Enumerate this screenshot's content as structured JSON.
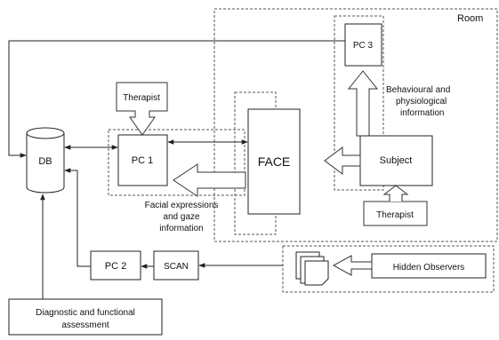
{
  "labels": {
    "room": "Room",
    "db": "DB",
    "pc1": "PC 1",
    "pc2": "PC 2",
    "pc3": "PC 3",
    "scan": "SCAN",
    "face": "FACE",
    "subject": "Subject",
    "therapist_top": "Therapist",
    "therapist_bottom": "Therapist",
    "hidden_observers": "Hidden Observers",
    "behavioural_line1": "Behavioural and",
    "behavioural_line2": "physiological",
    "behavioural_line3": "information",
    "facial_line1": "Facial expressions",
    "facial_line2": "and gaze",
    "facial_line3": "information",
    "diagnostic_line1": "Diagnostic and functional",
    "diagnostic_line2": "assessment"
  }
}
